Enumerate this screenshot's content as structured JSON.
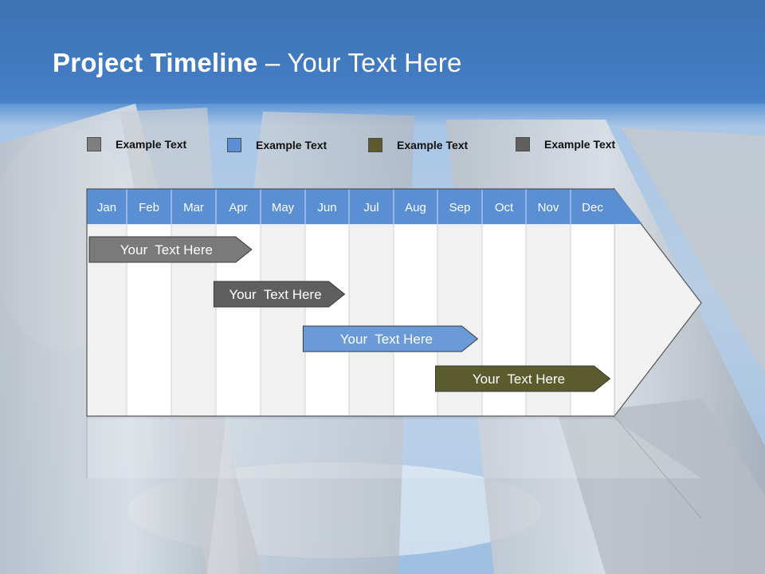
{
  "title": {
    "bold": "Project Timeline",
    "rest": " – Your Text Here"
  },
  "legend": [
    {
      "label": "Example Text",
      "color": "#7f7f7f"
    },
    {
      "label": "Example Text",
      "color": "#5b8fd4"
    },
    {
      "label": "Example Text",
      "color": "#5b5c2e"
    },
    {
      "label": "Example Text",
      "color": "#5f5f5f"
    }
  ],
  "months": [
    "Jan",
    "Feb",
    "Mar",
    "Apr",
    "May",
    "Jun",
    "Jul",
    "Aug",
    "Sep",
    "Oct",
    "Nov",
    "Dec"
  ],
  "tasks": [
    {
      "label": "Your  Text Here",
      "start": 0,
      "end": 3.8,
      "color": "#7a7a7a"
    },
    {
      "label": "Your  Text Here",
      "start": 2.9,
      "end": 5.9,
      "color": "#5f5f5f"
    },
    {
      "label": "Your  Text Here",
      "start": 4.9,
      "end": 8.9,
      "color": "#6a9ad8"
    },
    {
      "label": "Your  Text Here",
      "start": 7.9,
      "end": 11.9,
      "color": "#5b5c2e"
    }
  ],
  "colors": {
    "header": "#5b8fd4",
    "title_band": "#3a6fb5",
    "column_alt": "#f1f1f1"
  }
}
